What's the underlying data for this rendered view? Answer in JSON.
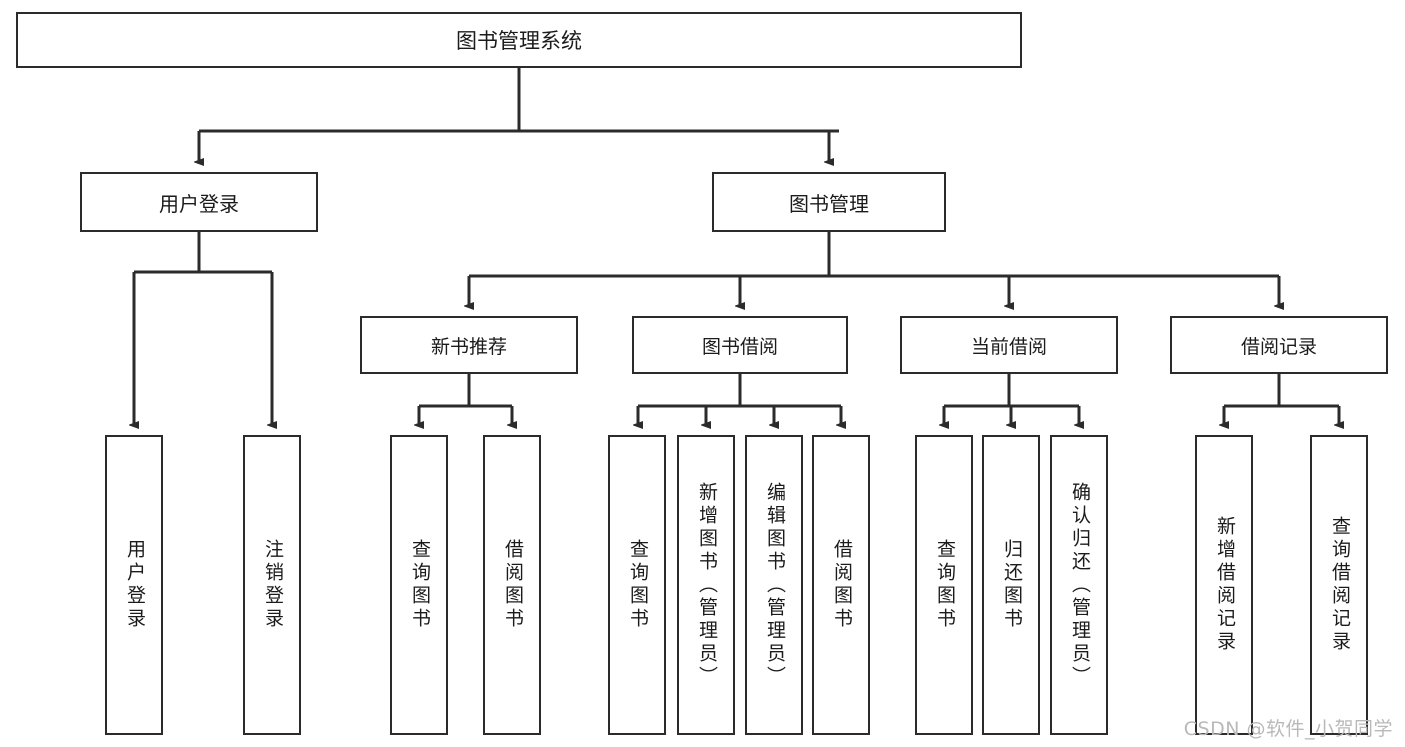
{
  "diagram": {
    "title": "图书管理系统",
    "watermark": "CSDN @软件_小贺同学",
    "line_color": "#2b2b2b",
    "box_fill": "#ffffff",
    "text_color": "#1b1b1b",
    "watermark_color": "#b9b9b9",
    "root": {
      "label": "图书管理系统"
    },
    "level2": [
      {
        "label": "用户登录"
      },
      {
        "label": "图书管理"
      }
    ],
    "level3": [
      {
        "label": "新书推荐"
      },
      {
        "label": "图书借阅"
      },
      {
        "label": "当前借阅"
      },
      {
        "label": "借阅记录"
      }
    ],
    "leaves": {
      "user_login": [
        {
          "label": "用户登录"
        },
        {
          "label": "注销登录"
        }
      ],
      "new_book_recommend": [
        {
          "label": "查询图书"
        },
        {
          "label": "借阅图书"
        }
      ],
      "book_borrow": [
        {
          "label": "查询图书"
        },
        {
          "label": "新增图书（管理员）"
        },
        {
          "label": "编辑图书（管理员）"
        },
        {
          "label": "借阅图书"
        }
      ],
      "current_borrow": [
        {
          "label": "查询图书"
        },
        {
          "label": "归还图书"
        },
        {
          "label": "确认归还（管理员）"
        }
      ],
      "borrow_record": [
        {
          "label": "新增借阅记录"
        },
        {
          "label": "查询借阅记录"
        }
      ]
    }
  }
}
